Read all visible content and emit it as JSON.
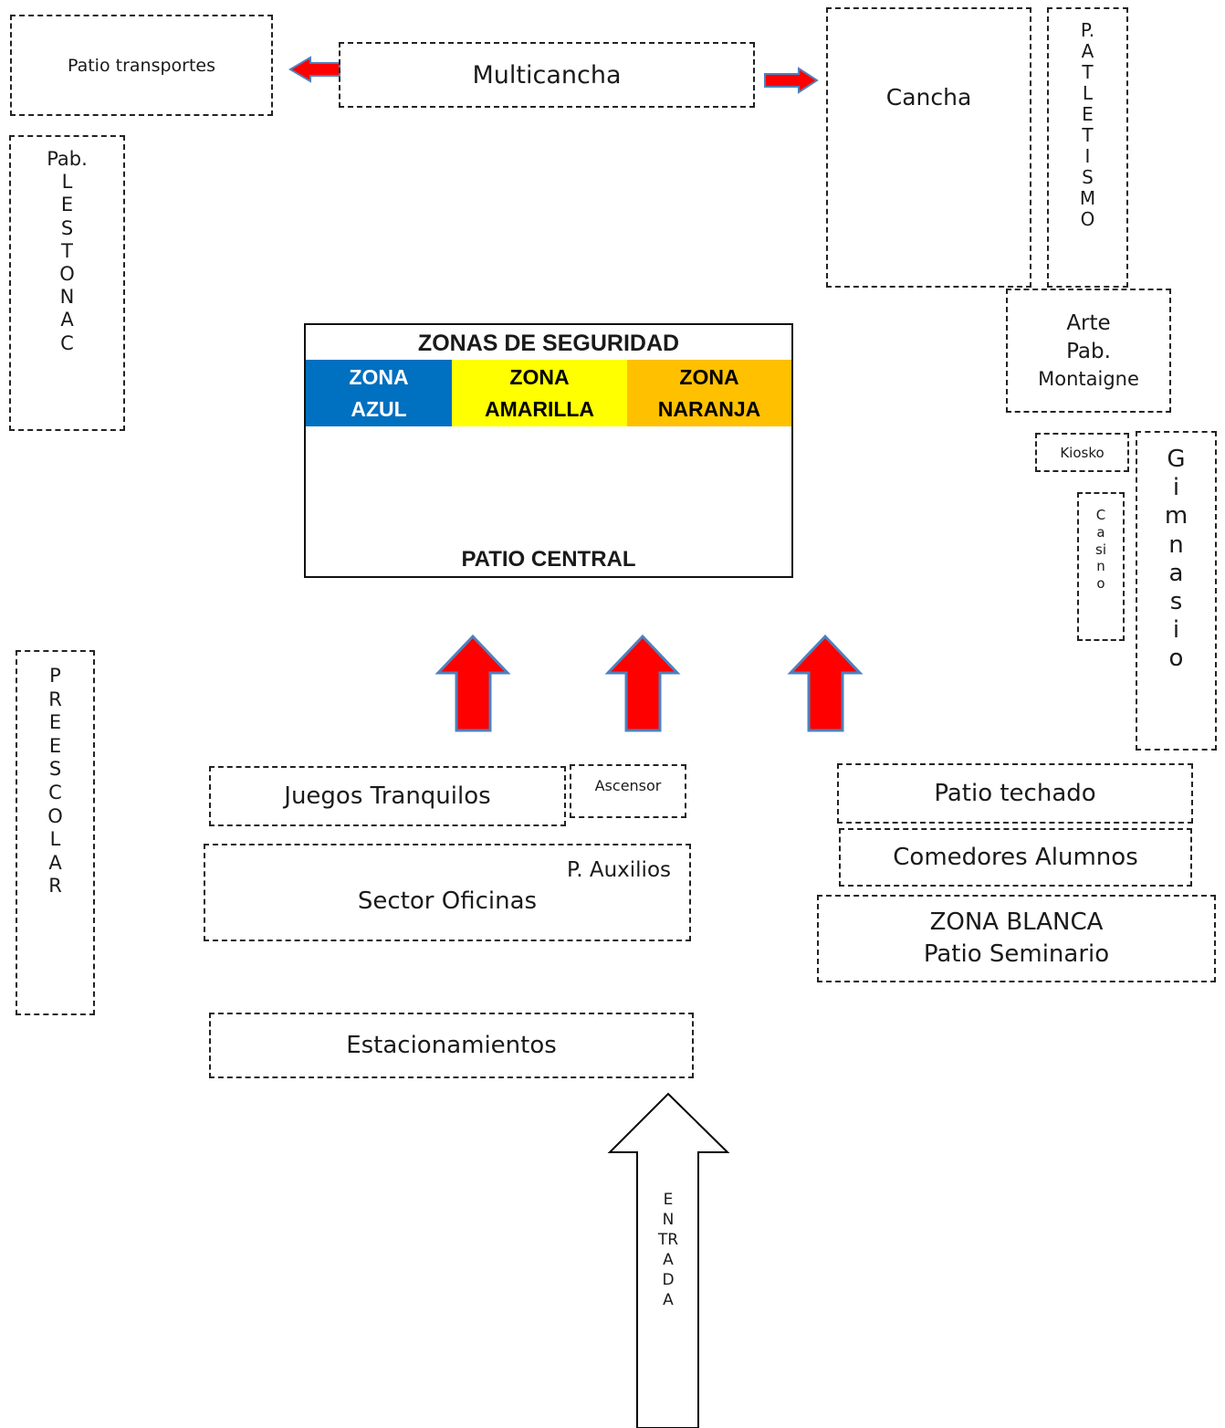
{
  "diagram": {
    "patio_transportes": "Patio transportes",
    "multicancha": "Multicancha",
    "cancha": "Cancha",
    "p_atletismo": [
      "P.",
      "A",
      "T",
      "L",
      "E",
      "T",
      "I",
      "S",
      "M",
      "O"
    ],
    "pab_lestonac": [
      "Pab.",
      "L",
      "E",
      "S",
      "T",
      "O",
      "N",
      "A",
      "C"
    ],
    "arte": [
      "Arte",
      "Pab.",
      "Montaigne"
    ],
    "kiosko": "Kiosko",
    "casino": [
      "C",
      "a",
      "si",
      "n",
      "o"
    ],
    "gimnasio": [
      "G",
      "i",
      "m",
      "n",
      "a",
      "s",
      "i",
      "o"
    ],
    "preescolar": [
      "P",
      "R",
      "E",
      "E",
      "S",
      "C",
      "O",
      "L",
      "A",
      "R"
    ],
    "zonas": {
      "title": "ZONAS DE SEGURIDAD",
      "azul": [
        "ZONA",
        "AZUL"
      ],
      "amarilla": [
        "ZONA",
        "AMARILLA"
      ],
      "naranja": [
        "ZONA",
        "NARANJA"
      ],
      "patio_central": "PATIO CENTRAL"
    },
    "juegos_tranquilos": "Juegos Tranquilos",
    "ascensor": "Ascensor",
    "p_auxilios": "P. Auxilios",
    "sector_oficinas": "Sector Oficinas",
    "estacionamientos": "Estacionamientos",
    "patio_techado": "Patio techado",
    "comedores": "Comedores Alumnos",
    "zona_blanca": [
      "ZONA BLANCA",
      "Patio Seminario"
    ],
    "entrada": [
      "E",
      "N",
      "TR",
      "A",
      "D",
      "A"
    ]
  },
  "colors": {
    "arrow_fill": "#ff0000",
    "arrow_stroke": "#4f81bd",
    "zona_azul": "#0070c0",
    "zona_amarilla": "#ffff00",
    "zona_naranja": "#ffc000"
  }
}
